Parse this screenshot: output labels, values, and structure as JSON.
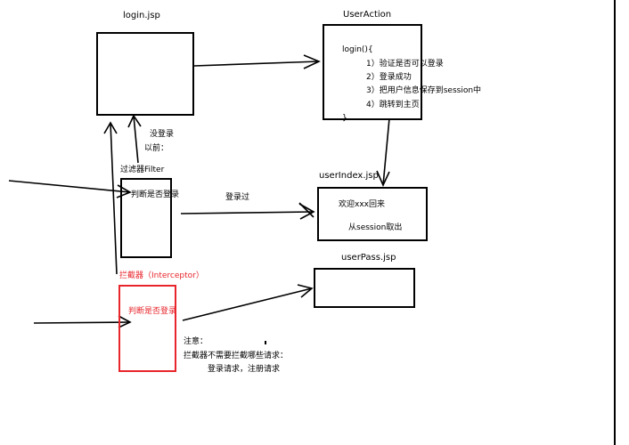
{
  "nodes": {
    "login_jsp": {
      "label": "login.jsp"
    },
    "user_action": {
      "label": "UserAction",
      "code_open": "login(){",
      "steps": [
        "1）验证是否可以登录",
        "2）登录成功",
        "3）把用户信息保存到session中",
        "4）跳转到主页"
      ],
      "code_close": "}"
    },
    "filter": {
      "label": "过滤器Filter",
      "text": "判断是否登录"
    },
    "user_index": {
      "label": "userIndex.jsp",
      "line1": "欢迎xxx回来",
      "line2": "从session取出"
    },
    "interceptor": {
      "label": "拦截器（Interceptor）",
      "text": "判断是否登录",
      "color": "#e8252b"
    },
    "user_pass": {
      "label": "userPass.jsp"
    }
  },
  "edges": {
    "not_logged_in": [
      "没登录",
      "以前："
    ],
    "logged_in": "登录过"
  },
  "note": {
    "title": "注意：",
    "line1": "拦截器不需要拦截哪些请求：",
    "line2": "登录请求，注册请求"
  }
}
